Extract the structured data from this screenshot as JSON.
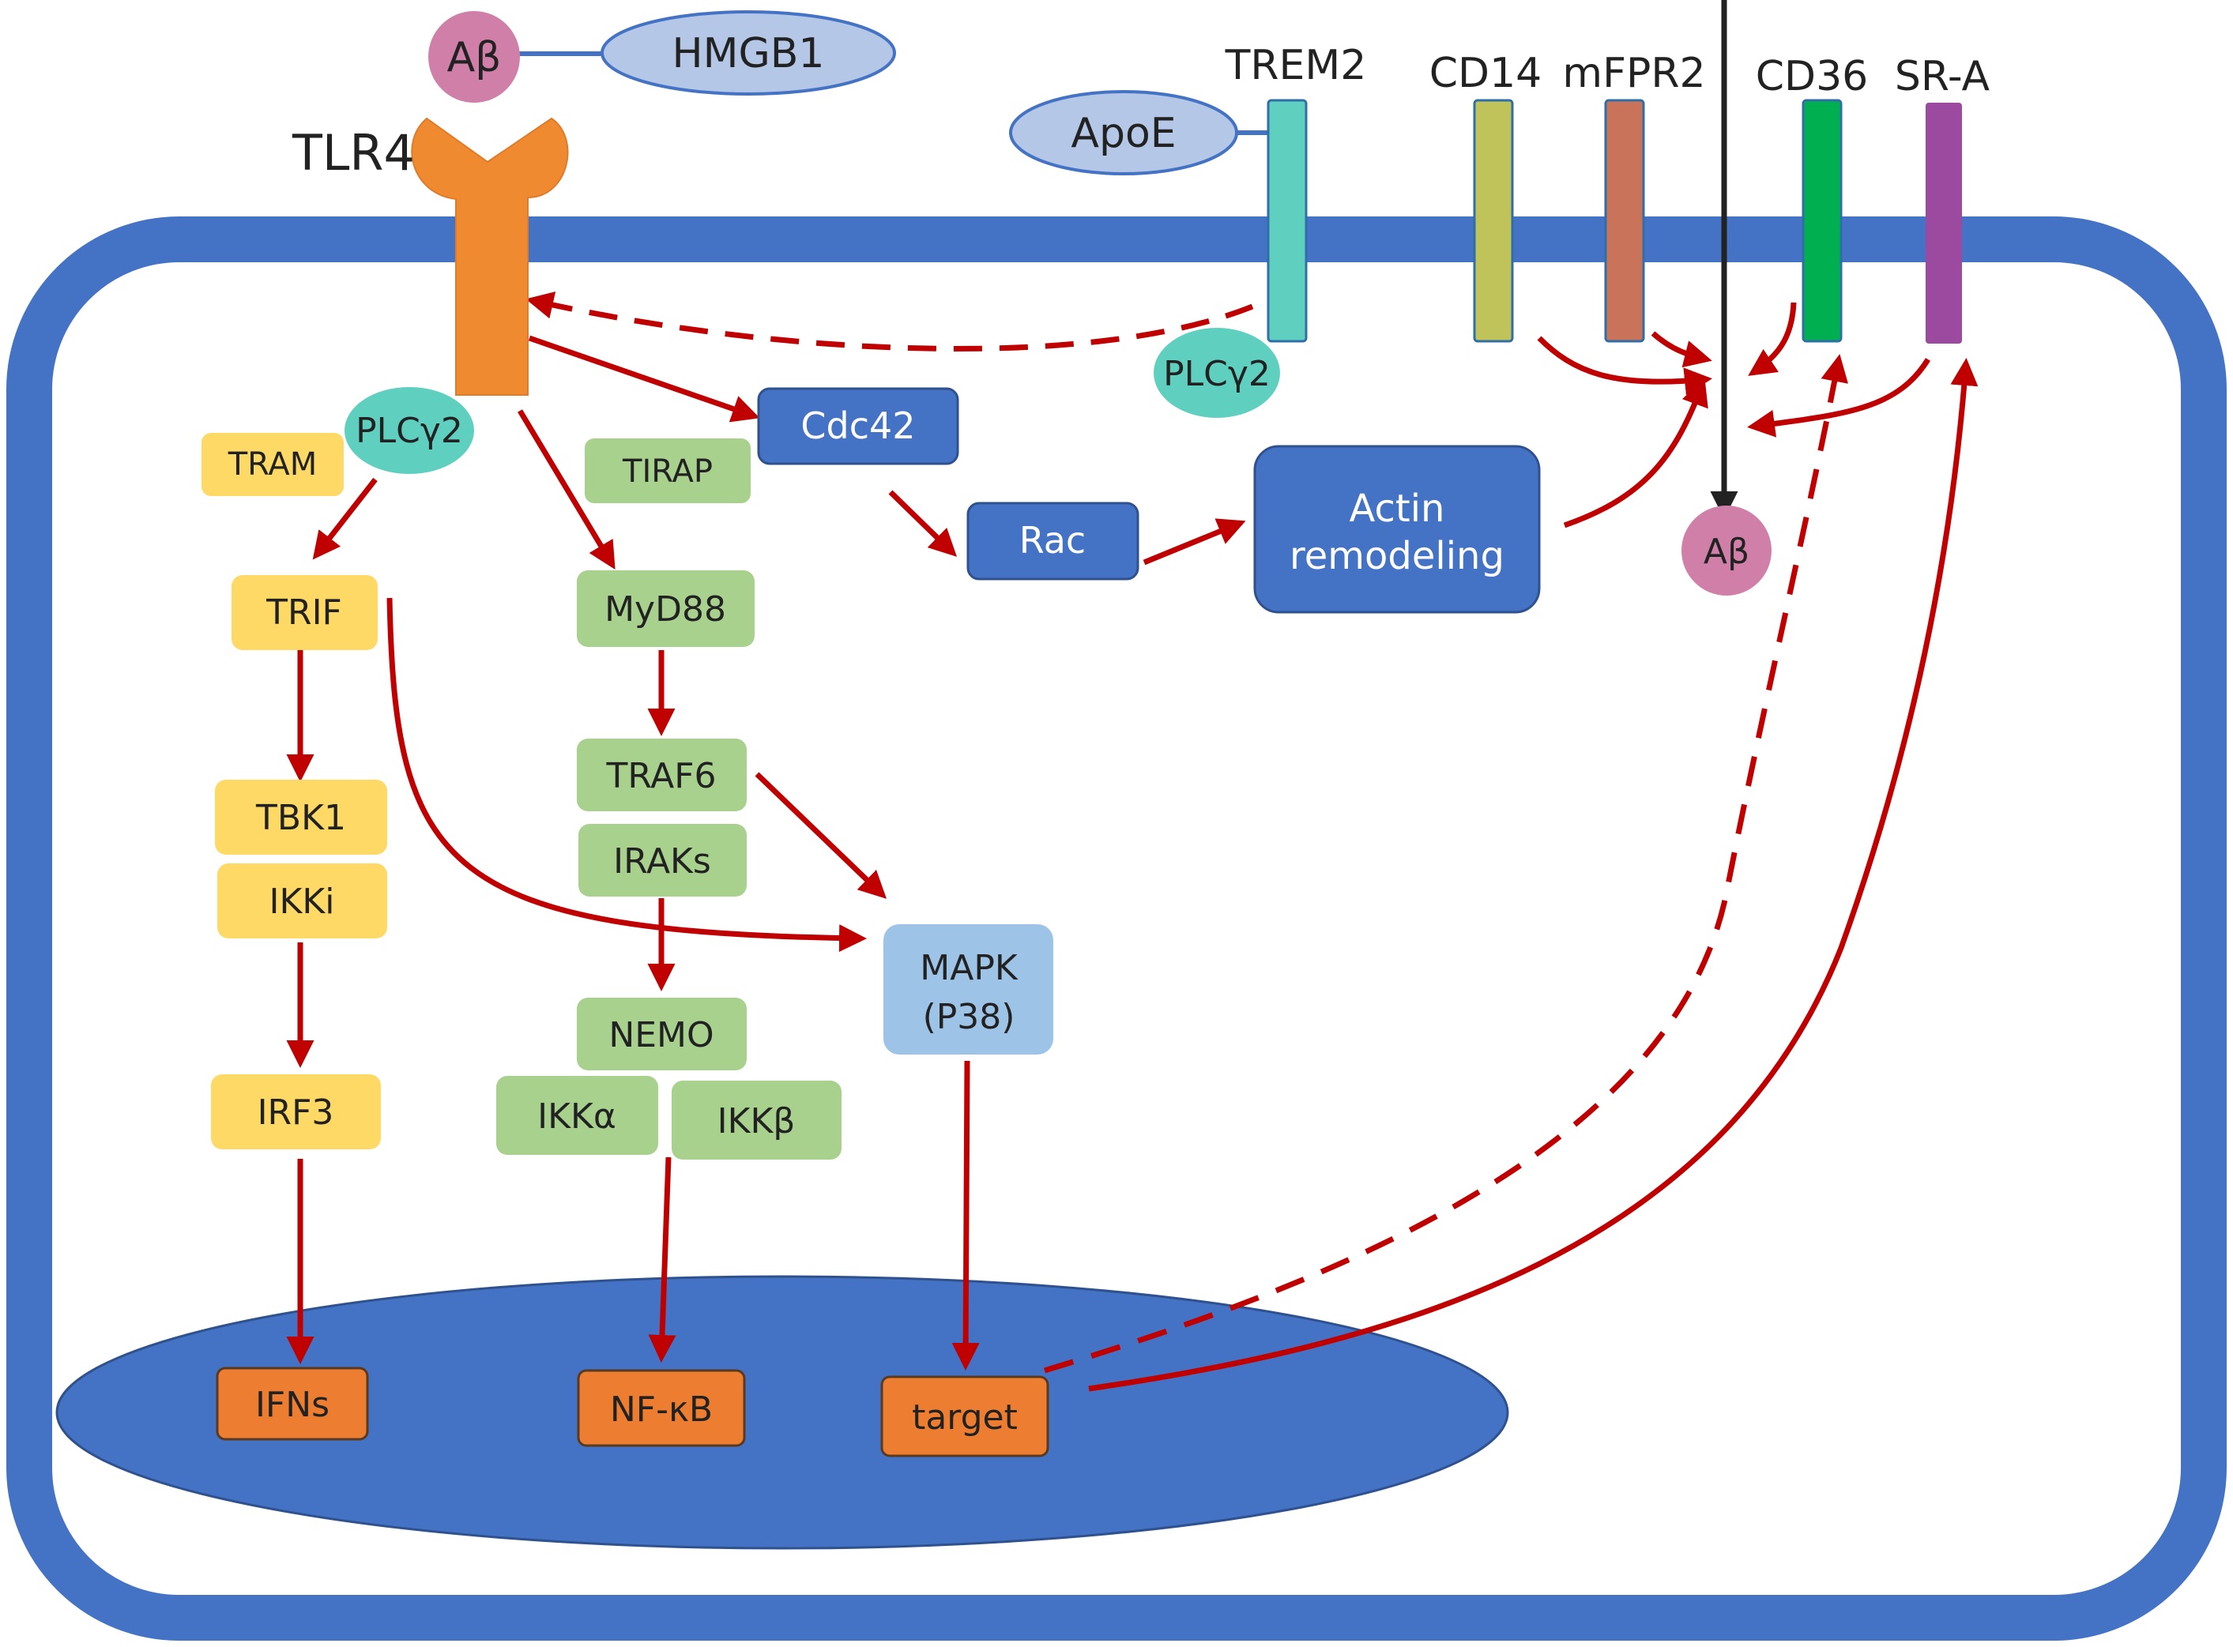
{
  "colors": {
    "membrane": "#4472C4",
    "nucleus": "#4472C4",
    "arrow": "#C00000",
    "tlr4": "#F08A30",
    "abeta": "#D080A8",
    "hmgb1": "#B4C7E7",
    "apoe": "#B4C7E7",
    "trem2": "#5FD0C0",
    "plcg2": "#5FD0C0",
    "cd14": "#BFC35A",
    "mfpr2": "#C8735A",
    "cd36": "#00B050",
    "sra": "#9B4AA0",
    "trif_path": "#FFD966",
    "myd88_path": "#A9D18E",
    "rho_path": "#4472C4",
    "mapk": "#9DC3E6",
    "nuclear_target": "#ED7D31"
  },
  "extracellular": {
    "abeta_top": "Aβ",
    "hmgb1": "HMGB1",
    "apoe": "ApoE",
    "tlr4": "TLR4"
  },
  "receptors": {
    "trem2": "TREM2",
    "cd14": "CD14",
    "mfpr2": "mFPR2",
    "cd36": "CD36",
    "sra": "SR-A"
  },
  "cytoplasm": {
    "plcg2_trem2": "PLCγ2",
    "plcg2_tlr4": "PLCγ2",
    "tram": "TRAM",
    "tirap": "TIRAP",
    "trif": "TRIF",
    "tbk1": "TBK1",
    "ikki": "IKKi",
    "irf3": "IRF3",
    "myd88": "MyD88",
    "traf6": "TRAF6",
    "iraks": "IRAKs",
    "nemo": "NEMO",
    "ikka": "IKKα",
    "ikkb": "IKKβ",
    "cdc42": "Cdc42",
    "rac": "Rac",
    "actin_line1": "Actin",
    "actin_line2": "remodeling",
    "mapk_line1": "MAPK",
    "mapk_line2": "(P38)",
    "abeta_internal": "Aβ"
  },
  "nucleus": {
    "ifns": "IFNs",
    "nfkb": "NF-κB",
    "target": "target"
  }
}
